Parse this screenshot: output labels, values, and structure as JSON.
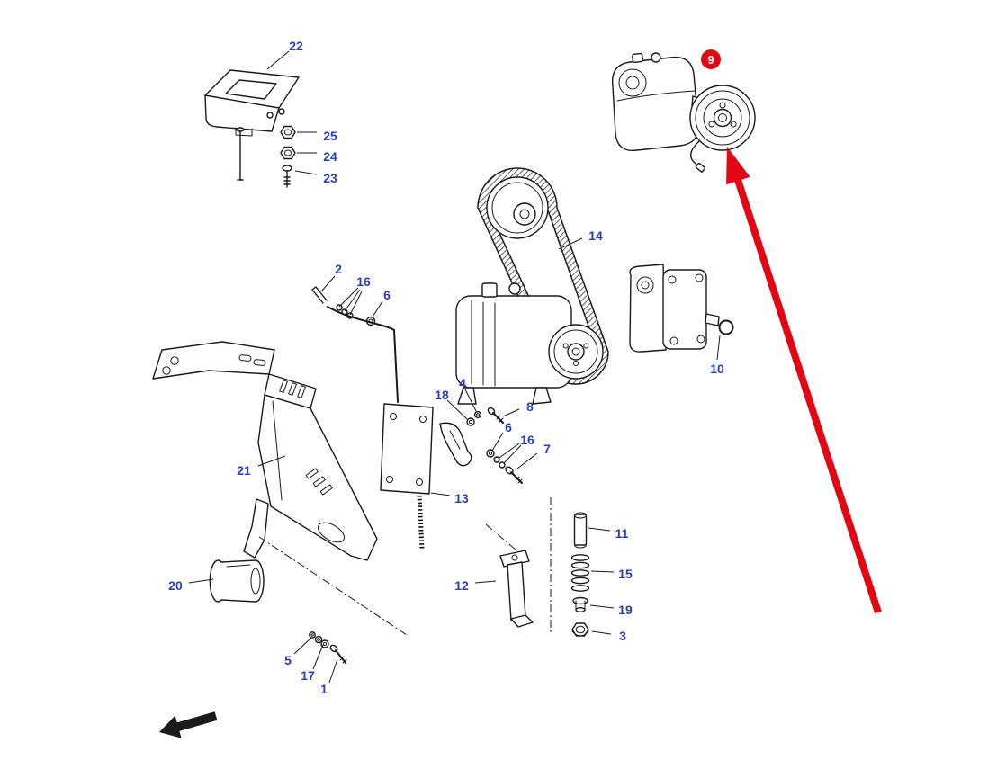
{
  "meta": {
    "background": "#ffffff",
    "label_color": "#2a3ebc",
    "line_color": "#1a1a1a",
    "highlight_color": "#e30613"
  },
  "icons": {
    "direction_arrow": "black-direction-arrow",
    "highlight_arrow": "red-highlight-arrow"
  },
  "callouts": [
    {
      "label": "22"
    },
    {
      "label": "25"
    },
    {
      "label": "24"
    },
    {
      "label": "23"
    },
    {
      "label": "2"
    },
    {
      "label": "16"
    },
    {
      "label": "6"
    },
    {
      "label": "14"
    },
    {
      "label": "10"
    },
    {
      "label": "18"
    },
    {
      "label": "4"
    },
    {
      "label": "8"
    },
    {
      "label": "6"
    },
    {
      "label": "16"
    },
    {
      "label": "7"
    },
    {
      "label": "21"
    },
    {
      "label": "13"
    },
    {
      "label": "12"
    },
    {
      "label": "11"
    },
    {
      "label": "15"
    },
    {
      "label": "19"
    },
    {
      "label": "3"
    },
    {
      "label": "20"
    },
    {
      "label": "5"
    },
    {
      "label": "17"
    },
    {
      "label": "1"
    }
  ],
  "highlight": {
    "label": "9"
  }
}
